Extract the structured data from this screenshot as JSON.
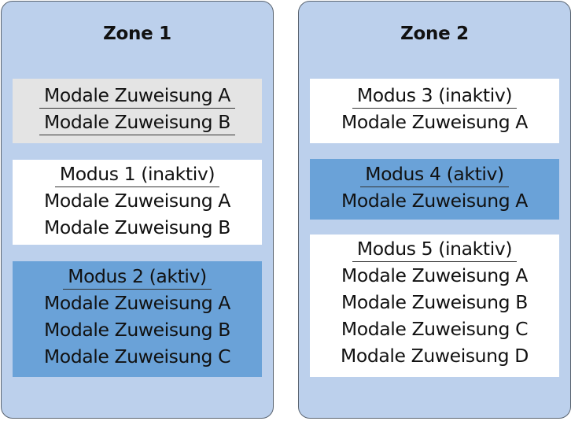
{
  "zones": [
    {
      "title": "Zone 1",
      "unassigned": {
        "items": [
          "Modale Zuweisung A",
          "Modale Zuweisung B"
        ]
      },
      "modes": [
        {
          "label": "Modus 1 (inaktiv)",
          "state": "inactive",
          "items": [
            "Modale Zuweisung A",
            "Modale Zuweisung B"
          ]
        },
        {
          "label": "Modus 2 (aktiv)",
          "state": "active",
          "items": [
            "Modale Zuweisung A",
            "Modale Zuweisung B",
            "Modale Zuweisung C"
          ]
        }
      ]
    },
    {
      "title": "Zone 2",
      "modes": [
        {
          "label": "Modus 3 (inaktiv)",
          "state": "inactive",
          "items": [
            "Modale Zuweisung A"
          ]
        },
        {
          "label": "Modus 4 (aktiv)",
          "state": "active",
          "items": [
            "Modale Zuweisung A"
          ]
        },
        {
          "label": "Modus 5 (inaktiv)",
          "state": "inactive",
          "items": [
            "Modale Zuweisung A",
            "Modale Zuweisung B",
            "Modale Zuweisung C",
            "Modale Zuweisung D"
          ]
        }
      ]
    }
  ],
  "colors": {
    "zone_bg": "#bcd0ec",
    "active": "#6aa2d8",
    "inactive": "#ffffff",
    "unassigned": "#e4e4e4"
  }
}
